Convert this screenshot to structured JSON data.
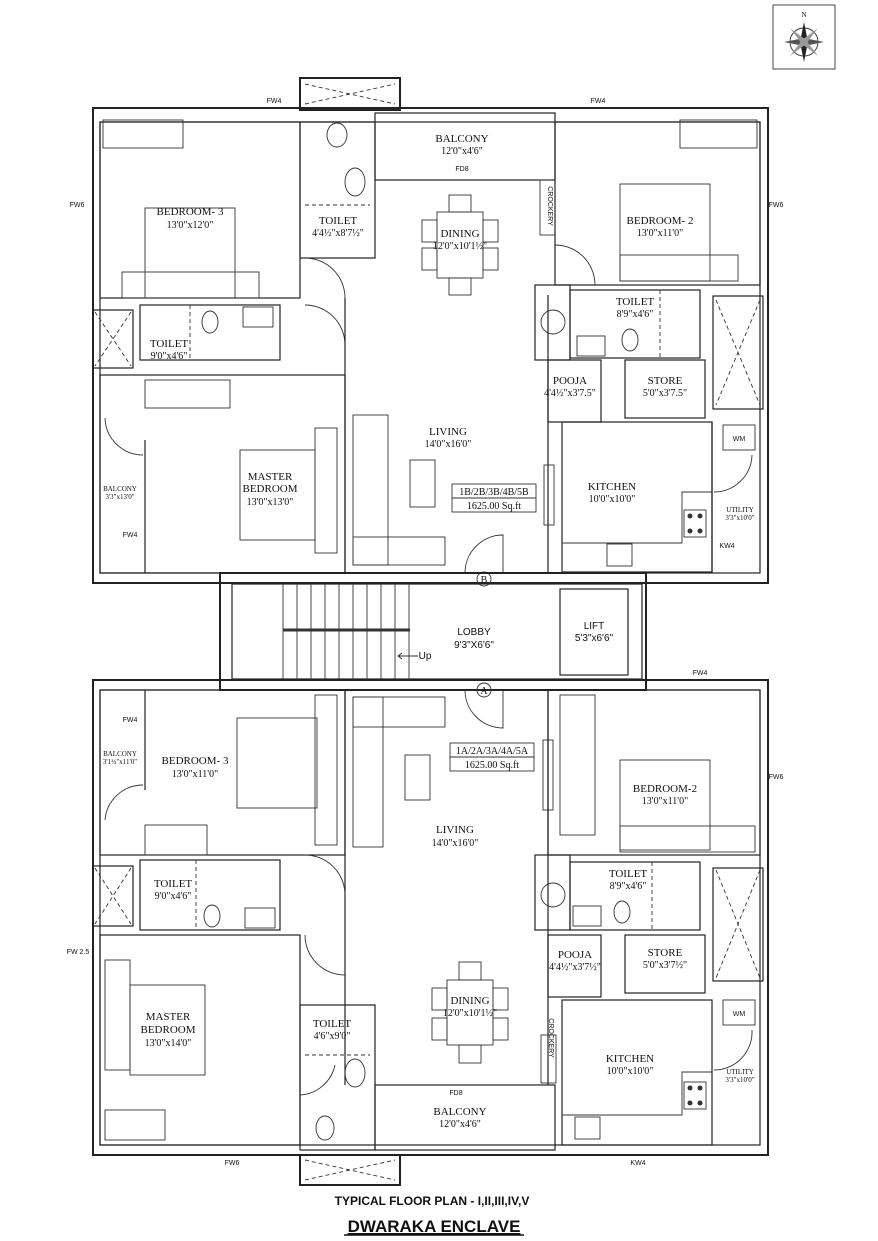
{
  "compass": {
    "north": "N"
  },
  "upper_unit": {
    "area_box": {
      "units": "1B/2B/3B/4B/5B",
      "area": "1625.00 Sq.ft"
    },
    "bedroom3": {
      "name": "BEDROOM- 3",
      "size": "13'0\"x12'0\""
    },
    "toilet_mid": {
      "name": "TOILET",
      "size": "4'4½\"x8'7½\""
    },
    "balcony": {
      "name": "BALCONY",
      "size": "12'0\"x4'6\""
    },
    "dining": {
      "name": "DINING",
      "size": "12'0\"x10'1½\""
    },
    "crockery": "CROCKERY",
    "bedroom2": {
      "name": "BEDROOM- 2",
      "size": "13'0\"x11'0\""
    },
    "toilet_left": {
      "name": "TOILET",
      "size": "9'0\"x4'6\""
    },
    "toilet_right": {
      "name": "TOILET",
      "size": "8'9\"x4'6\""
    },
    "pooja": {
      "name": "POOJA",
      "size": "4'4½\"x3'7.5\""
    },
    "store": {
      "name": "STORE",
      "size": "5'0\"x3'7.5\""
    },
    "living": {
      "name": "LIVING",
      "size": "14'0\"x16'0\""
    },
    "master": {
      "name1": "MASTER",
      "name2": "BEDROOM",
      "size": "13'0\"x13'0\""
    },
    "balcony_left": {
      "name": "BALCONY",
      "size": "3'3\"x13'0\""
    },
    "kitchen": {
      "name": "KITCHEN",
      "size": "10'0\"x10'0\""
    },
    "utility": {
      "name": "UTILITY",
      "size": "3'3\"x10'0\""
    },
    "wm": "WM",
    "tags": {
      "fw4_a": "FW4",
      "fw4_b": "FW4",
      "fw6_l": "FW6",
      "fw6_r": "FW6",
      "fd8": "FD8",
      "fw4_bal": "FW4",
      "kw4": "KW4"
    },
    "door_mark": "B"
  },
  "lobby": {
    "name": "LOBBY",
    "size": "9'3\"X6'6\"",
    "lift_name": "LIFT",
    "lift_size": "5'3\"x6'6\"",
    "up": "Up"
  },
  "lower_unit": {
    "area_box": {
      "units": "1A/2A/3A/4A/5A",
      "area": "1625.00 Sq.ft"
    },
    "door_mark": "A",
    "bedroom3": {
      "name": "BEDROOM- 3",
      "size": "13'0\"x11'0\""
    },
    "balcony_left": {
      "name": "BALCONY",
      "size": "3'1½\"x11'0\""
    },
    "living": {
      "name": "LIVING",
      "size": "14'0\"x16'0\""
    },
    "bedroom2": {
      "name": "BEDROOM-2",
      "size": "13'0\"x11'0\""
    },
    "toilet_left": {
      "name": "TOILET",
      "size": "9'0\"x4'6\""
    },
    "toilet_right": {
      "name": "TOILET",
      "size": "8'9\"x4'6\""
    },
    "pooja": {
      "name": "POOJA",
      "size": "4'4½\"x3'7½\""
    },
    "store": {
      "name": "STORE",
      "size": "5'0\"x3'7½\""
    },
    "master": {
      "name1": "MASTER",
      "name2": "BEDROOM",
      "size": "13'0\"x14'0\""
    },
    "toilet_mid": {
      "name": "TOILET",
      "size": "4'6\"x9'0\""
    },
    "dining": {
      "name": "DINING",
      "size": "12'0\"x10'1½\""
    },
    "crockery": "CROCKERY",
    "kitchen": {
      "name": "KITCHEN",
      "size": "10'0\"x10'0\""
    },
    "utility": {
      "name": "UTILITY",
      "size": "3'3\"x10'0\""
    },
    "wm": "WM",
    "balcony": {
      "name": "BALCONY",
      "size": "12'0\"x4'6\""
    },
    "tags": {
      "fw4_top": "FW4",
      "fw6_r": "FW6",
      "fw4_bal": "FW4",
      "fw25": "FW 2.5",
      "fd8": "FD8",
      "fw6_b": "FW6",
      "kw4": "KW4"
    }
  },
  "title": {
    "subtitle": "TYPICAL FLOOR PLAN - I,II,III,IV,V",
    "name": "DWARAKA ENCLAVE"
  }
}
